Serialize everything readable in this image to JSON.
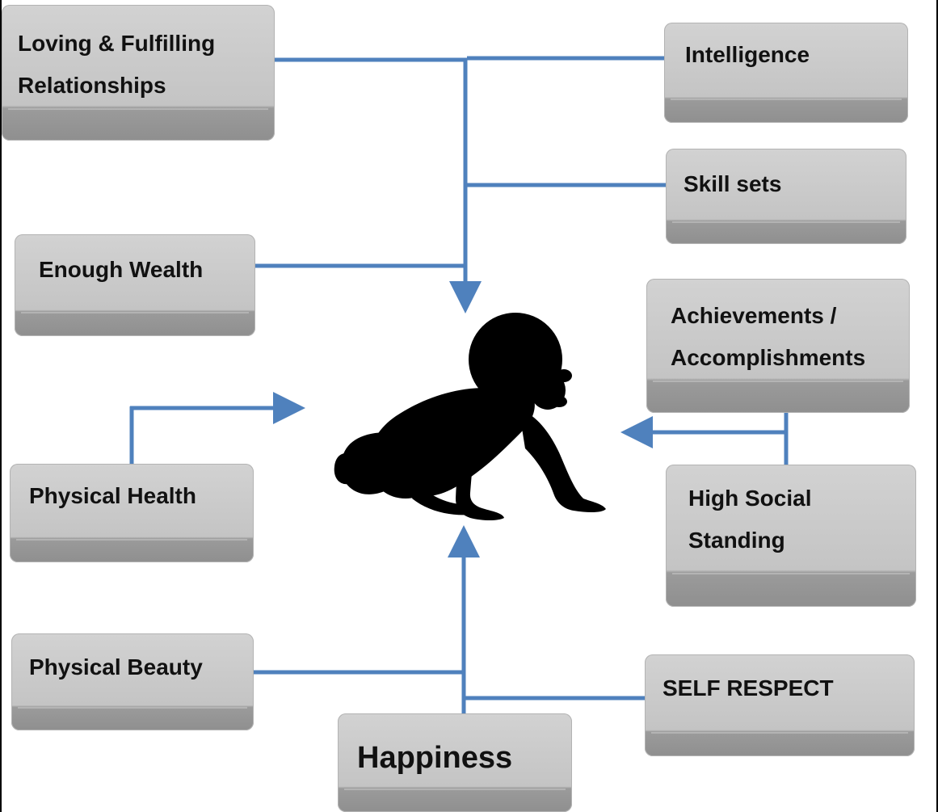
{
  "diagram": {
    "center_icon": "crawling-baby-silhouette",
    "line_color": "#4f81bd",
    "nodes": {
      "relationships": {
        "line1": "Loving  & Fulfilling",
        "line2": "Relationships"
      },
      "intelligence": "Intelligence",
      "skill_sets": "Skill sets",
      "wealth": "Enough Wealth",
      "achievements": {
        "line1": "Achievements /",
        "line2": "Accomplishments"
      },
      "physical_health": "Physical Health",
      "social_standing": {
        "line1": "High Social",
        "line2": "Standing"
      },
      "physical_beauty": "Physical Beauty",
      "self_respect": "SELF RESPECT",
      "happiness": "Happiness"
    }
  }
}
